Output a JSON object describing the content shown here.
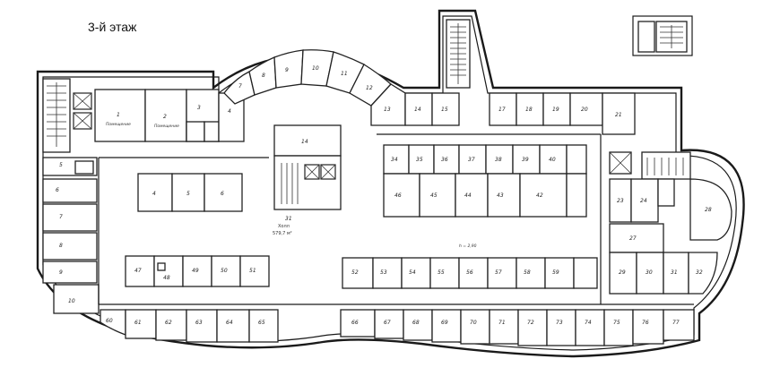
{
  "floor_title": "3-й этаж",
  "hall": {
    "number": "31",
    "name": "Холл",
    "area": "579,7 м²"
  },
  "height_note": "h = 2,90"
}
